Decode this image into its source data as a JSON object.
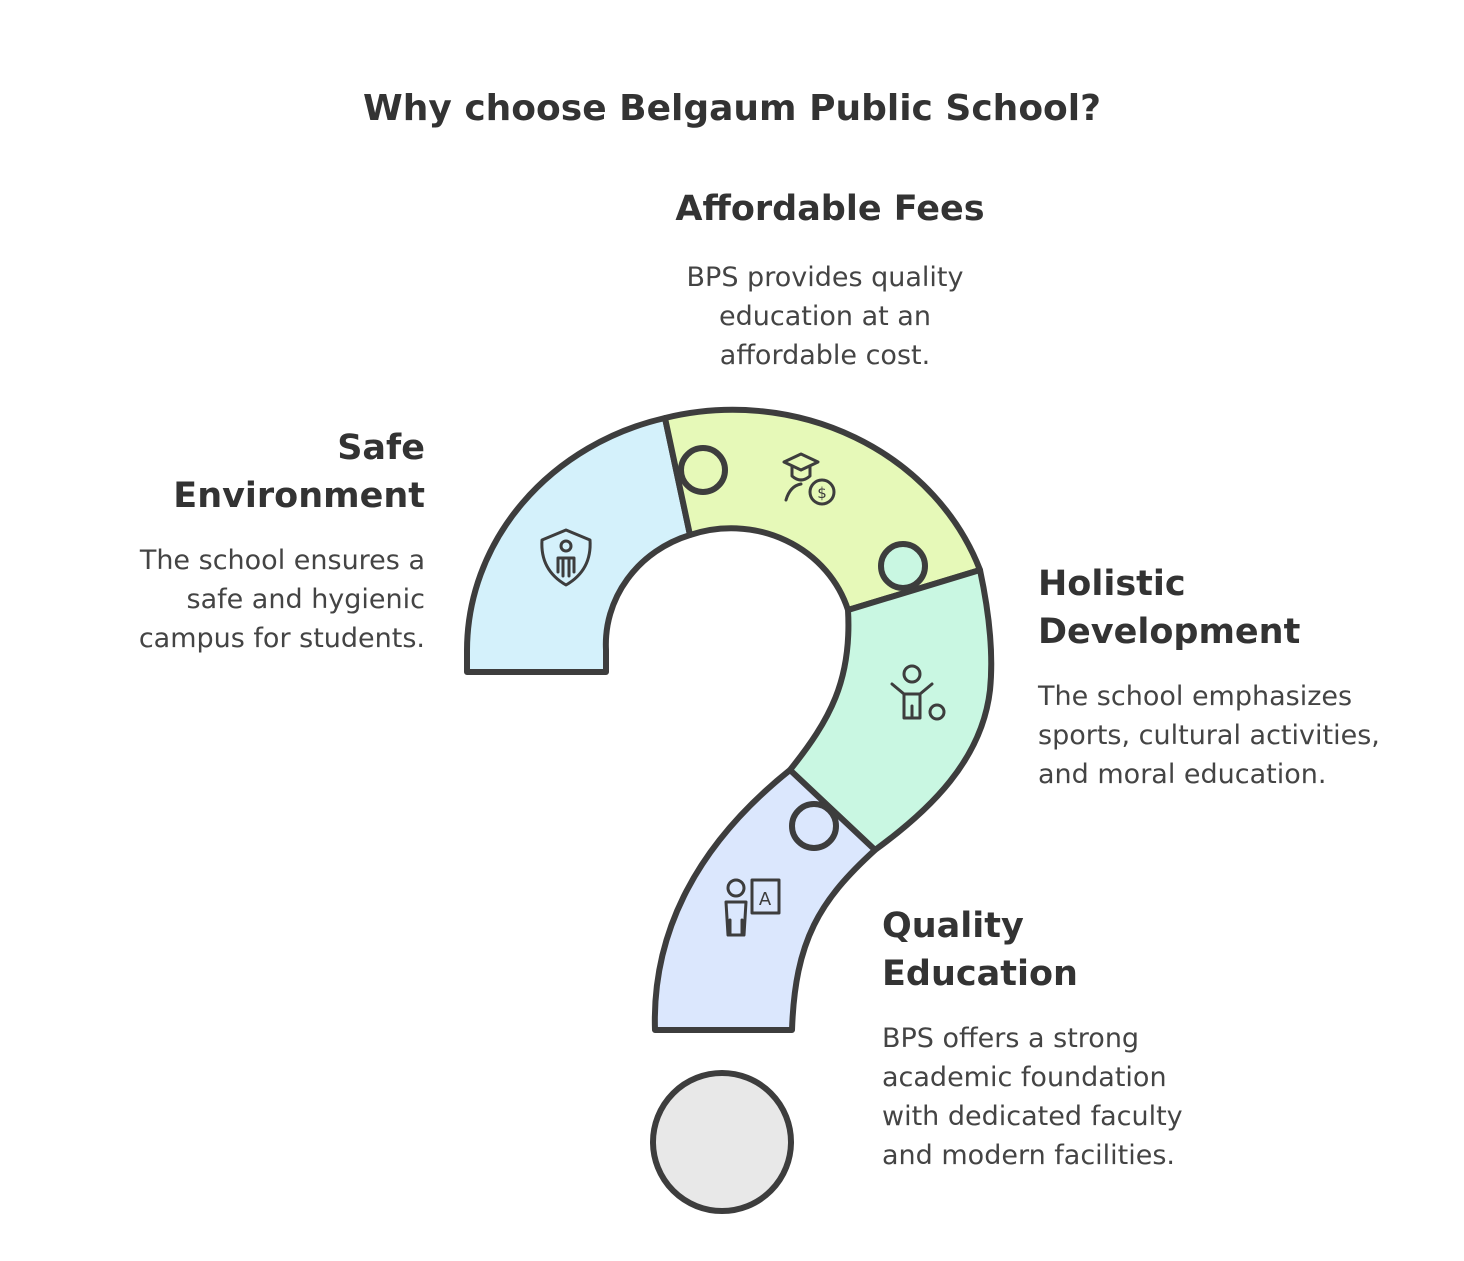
{
  "title": "Why choose Belgaum Public School?",
  "sections": [
    {
      "heading": "Affordable Fees",
      "text": "BPS provides quality education at an affordable cost.",
      "icon": "graduate-dollar-icon",
      "color": "#e6f9b8"
    },
    {
      "heading": "Safe Environment",
      "text": "The school ensures a safe and hygienic campus for students.",
      "icon": "shield-person-icon",
      "color": "#d4f1fb"
    },
    {
      "heading": "Holistic Development",
      "text": "The school emphasizes sports, cultural activities, and moral education.",
      "icon": "child-ball-icon",
      "color": "#c9f7e2"
    },
    {
      "heading": "Quality Education",
      "text": "BPS offers a strong academic foundation with dedicated faculty and modern facilities.",
      "icon": "teacher-board-icon",
      "color": "#dbe7fd"
    }
  ],
  "dot_color": "#e8e8e8",
  "icon_board_letter": "A"
}
